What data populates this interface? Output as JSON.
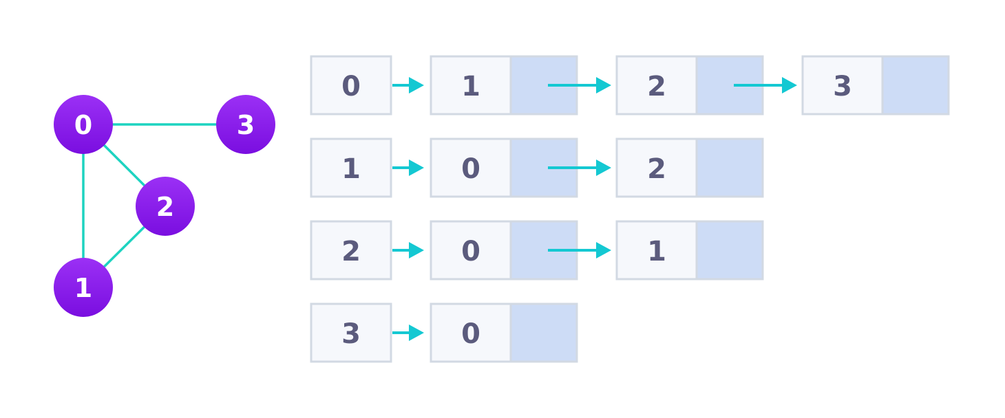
{
  "colors": {
    "node_fill_top": "#9b30f5",
    "node_fill_bottom": "#7a0ee0",
    "edge": "#1dd3c0",
    "arrow": "#14c8d2",
    "cell_fill": "#f6f8fc",
    "cell_border": "#d2d9e3",
    "pointer_fill": "#cddcf6",
    "text": "#5b5b7d"
  },
  "graph": {
    "nodes": [
      {
        "id": "0",
        "label": "0"
      },
      {
        "id": "1",
        "label": "1"
      },
      {
        "id": "2",
        "label": "2"
      },
      {
        "id": "3",
        "label": "3"
      }
    ],
    "edges": [
      [
        "0",
        "3"
      ],
      [
        "0",
        "1"
      ],
      [
        "0",
        "2"
      ],
      [
        "1",
        "2"
      ]
    ]
  },
  "adjacency_list": [
    {
      "vertex": "0",
      "neighbors": [
        "1",
        "2",
        "3"
      ]
    },
    {
      "vertex": "1",
      "neighbors": [
        "0",
        "2"
      ]
    },
    {
      "vertex": "2",
      "neighbors": [
        "0",
        "1"
      ]
    },
    {
      "vertex": "3",
      "neighbors": [
        "0"
      ]
    }
  ]
}
